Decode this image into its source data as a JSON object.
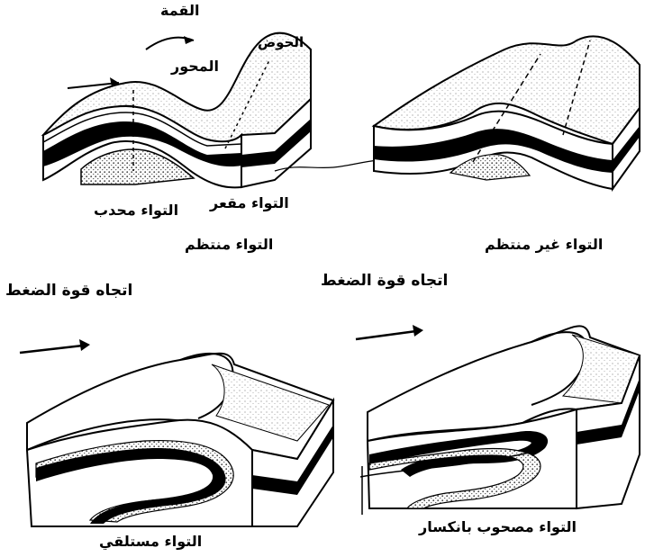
{
  "labels": {
    "crest": "القمة",
    "trough": "الحوض",
    "axis": "المحور",
    "anticline": "التواء محدب",
    "syncline": "التواء مقعر",
    "regular_fold": "التواء منتظم",
    "irregular_fold": "التواء غير منتظم",
    "compression_direction_left": "اتجاه قوة الضغط",
    "compression_direction_right": "اتجاه قوة الضغط",
    "recumbent_fold": "التواء مستلقي",
    "overthrust_fold": "التواء مصحوب بانكسار"
  },
  "colors": {
    "ink": "#000000",
    "paper": "#ffffff",
    "stipple": "#b8b8b8",
    "surface": "#e6e6e6"
  }
}
